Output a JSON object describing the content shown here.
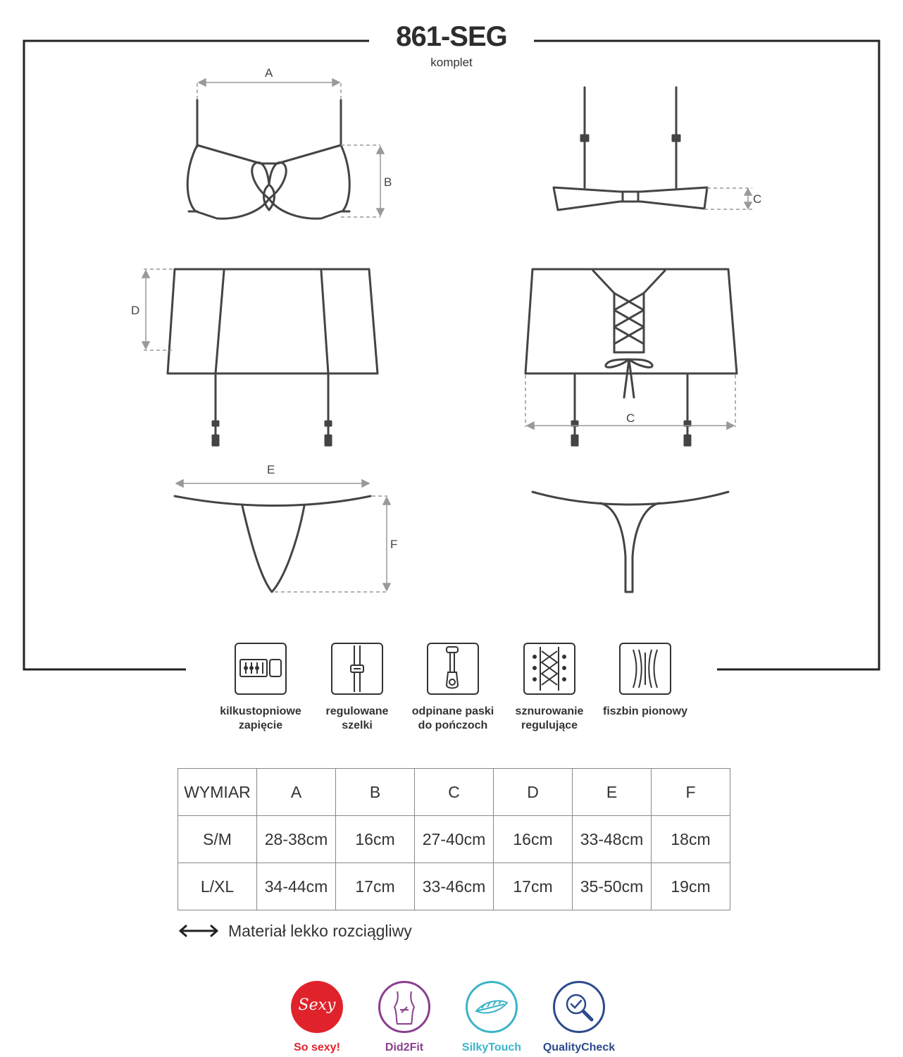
{
  "header": {
    "title": "861-SEG",
    "subtitle": "komplet"
  },
  "dimension_labels": {
    "a": "A",
    "b": "B",
    "c_top": "C",
    "d": "D",
    "c_bottom": "C",
    "e": "E",
    "f": "F"
  },
  "features": [
    {
      "icon": "hook-eye-closure-icon",
      "line1": "kilkustopniowe",
      "line2": "zapięcie"
    },
    {
      "icon": "adjustable-strap-icon",
      "line1": "regulowane",
      "line2": "szelki"
    },
    {
      "icon": "garter-clip-icon",
      "line1": "odpinane paski",
      "line2": "do pończoch"
    },
    {
      "icon": "lacing-icon",
      "line1": "sznurowanie",
      "line2": "regulujące"
    },
    {
      "icon": "vertical-boning-icon",
      "line1": "fiszbin pionowy",
      "line2": ""
    }
  ],
  "size_table": {
    "headers": [
      "WYMIAR",
      "A",
      "B",
      "C",
      "D",
      "E",
      "F"
    ],
    "rows": [
      [
        "S/M",
        "28-38cm",
        "16cm",
        "27-40cm",
        "16cm",
        "33-48cm",
        "18cm"
      ],
      [
        "L/XL",
        "34-44cm",
        "17cm",
        "33-46cm",
        "17cm",
        "35-50cm",
        "19cm"
      ]
    ]
  },
  "note": {
    "icon": "double-arrow-icon",
    "text": "Materiał lekko rozciągliwy"
  },
  "badges": [
    {
      "icon": "sexy-icon",
      "inner": "Sexy",
      "label": "So sexy!",
      "color": "#e0232b"
    },
    {
      "icon": "did2fit-icon",
      "inner": "",
      "label": "Did2Fit",
      "color": "#8a3f8f"
    },
    {
      "icon": "feather-icon",
      "inner": "",
      "label": "SilkyTouch",
      "color": "#3bb4c8"
    },
    {
      "icon": "magnifier-check-icon",
      "inner": "",
      "label": "QualityCheck",
      "color": "#2c4a8c"
    }
  ]
}
